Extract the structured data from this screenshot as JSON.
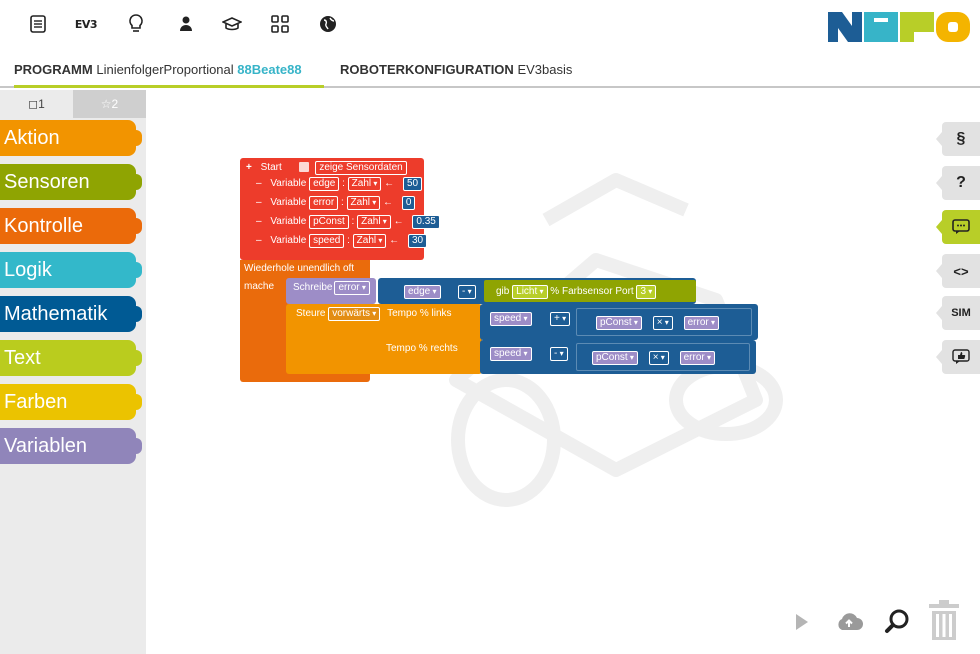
{
  "topbar": {
    "icons": [
      "program-icon",
      "robot-ev3-icon",
      "bulb-icon",
      "user-icon",
      "graduation-cap-icon",
      "gallery-icon",
      "globe-icon"
    ],
    "ev3_label": "EV3",
    "logo_colors": [
      "#1d5d95",
      "#37b4c8",
      "#b8ce28",
      "#f4b400"
    ]
  },
  "tabs": {
    "program_label": "PROGRAMM",
    "program_name": "LinienfolgerProportional",
    "program_owner_glyph": "88",
    "program_owner": "Beate88",
    "config_label": "ROBOTERKONFIGURATION",
    "config_name": "EV3basis"
  },
  "toolbox": {
    "tab1": "◻1",
    "tab2": "☆2",
    "categories": [
      {
        "label": "Aktion",
        "color": "#f29400"
      },
      {
        "label": "Sensoren",
        "color": "#8fa402"
      },
      {
        "label": "Kontrolle",
        "color": "#eb6a0a"
      },
      {
        "label": "Logik",
        "color": "#33b8ca"
      },
      {
        "label": "Mathematik",
        "color": "#005a94"
      },
      {
        "label": "Text",
        "color": "#bacc1e"
      },
      {
        "label": "Farben",
        "color": "#ebc300"
      },
      {
        "label": "Variablen",
        "color": "#9085ba"
      }
    ]
  },
  "right_buttons": {
    "code_label": "§",
    "help_label": "?",
    "comment_label": "💬",
    "source_label": "<>",
    "sim_label": "SIM",
    "feedback_label": "👍"
  },
  "program": {
    "start_label": "Start",
    "show_sensor_label": "zeige Sensordaten",
    "variables": [
      {
        "kw": "Variable",
        "name": "edge",
        "type": "Zahl",
        "value": "50"
      },
      {
        "kw": "Variable",
        "name": "error",
        "type": "Zahl",
        "value": "0"
      },
      {
        "kw": "Variable",
        "name": "pConst",
        "type": "Zahl",
        "value": "0.35"
      },
      {
        "kw": "Variable",
        "name": "speed",
        "type": "Zahl",
        "value": "30"
      }
    ],
    "loop_label": "Wiederhole unendlich oft",
    "do_label": "mache",
    "write_label": "Schreibe",
    "write_var": "error",
    "edge_var": "edge",
    "minus_op": "-",
    "get_label": "gib",
    "light_mode": "Licht",
    "percent": "%",
    "color_sensor_label": "Farbsensor",
    "port_label": "Port",
    "port_value": "3",
    "steer_label": "Steure",
    "direction": "vorwärts",
    "tempo_left": "Tempo %  links",
    "tempo_right": "Tempo %  rechts",
    "speed_var": "speed",
    "plus_op": "+",
    "pconst_var": "pConst",
    "times_op": "×",
    "error_var": "error"
  }
}
